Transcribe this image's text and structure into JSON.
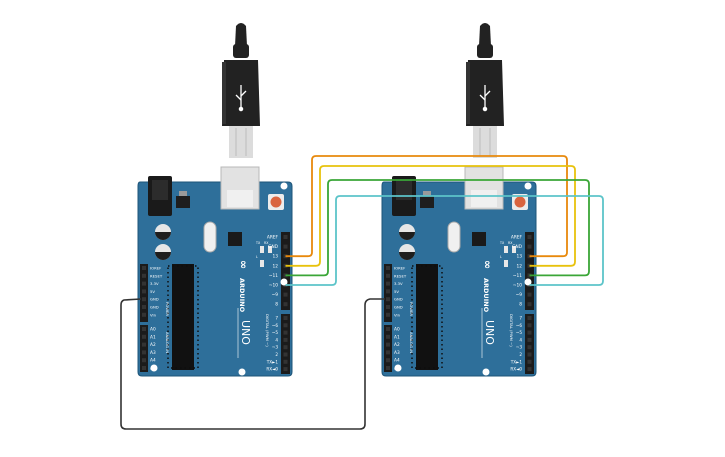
{
  "boards": [
    {
      "id": "left",
      "brand": "ARDUINO",
      "model": "UNO",
      "logo": "∞",
      "header_digital_top": [
        "AREF",
        "GND",
        "13",
        "12",
        "~11",
        "~10",
        "~9",
        "8"
      ],
      "header_digital_bottom": [
        "7",
        "~6",
        "~5",
        "4",
        "~3",
        "2",
        "TX►1",
        "RX◄0"
      ],
      "header_power": [
        "IOREF",
        "RESET",
        "3.3V",
        "5V",
        "GND",
        "GND",
        "Vin"
      ],
      "header_analog": [
        "A0",
        "A1",
        "A2",
        "A3",
        "A4",
        "A5"
      ],
      "label_power": "POWER",
      "label_analog": "ANALOG IN",
      "label_digital": "DIGITAL (PWM ~)",
      "led_labels": [
        "TX",
        "RX",
        "L"
      ]
    },
    {
      "id": "right",
      "brand": "ARDUINO",
      "model": "UNO",
      "logo": "∞",
      "header_digital_top": [
        "AREF",
        "GND",
        "13",
        "12",
        "~11",
        "~10",
        "~9",
        "8"
      ],
      "header_digital_bottom": [
        "7",
        "~6",
        "~5",
        "4",
        "~3",
        "2",
        "TX►1",
        "RX◄0"
      ],
      "header_power": [
        "IOREF",
        "RESET",
        "3.3V",
        "5V",
        "GND",
        "GND",
        "Vin"
      ],
      "header_analog": [
        "A0",
        "A1",
        "A2",
        "A3",
        "A4",
        "A5"
      ],
      "label_power": "POWER",
      "label_analog": "ANALOG IN",
      "label_digital": "DIGITAL (PWM ~)",
      "led_labels": [
        "TX",
        "RX",
        "L"
      ]
    }
  ],
  "wires": [
    {
      "from": "left.13",
      "to": "right.13",
      "color": "#e8890c"
    },
    {
      "from": "left.12",
      "to": "right.12",
      "color": "#e8c20c"
    },
    {
      "from": "left.11",
      "to": "right.11",
      "color": "#3aa637"
    },
    {
      "from": "left.10",
      "to": "right.10",
      "color": "#5cc4c9"
    },
    {
      "from": "left.GND",
      "to": "right.GND",
      "color": "#333333"
    }
  ],
  "colors": {
    "board": "#2e6f9a",
    "board_edge": "#1d5478",
    "header": "#1b1b1b",
    "usb_cable": "#222222",
    "usb_plug": "#dcdcdc",
    "reset_button": "#d9643f"
  },
  "icons": [
    "usb-cable-icon",
    "reset-button-icon",
    "arduino-logo-icon"
  ]
}
